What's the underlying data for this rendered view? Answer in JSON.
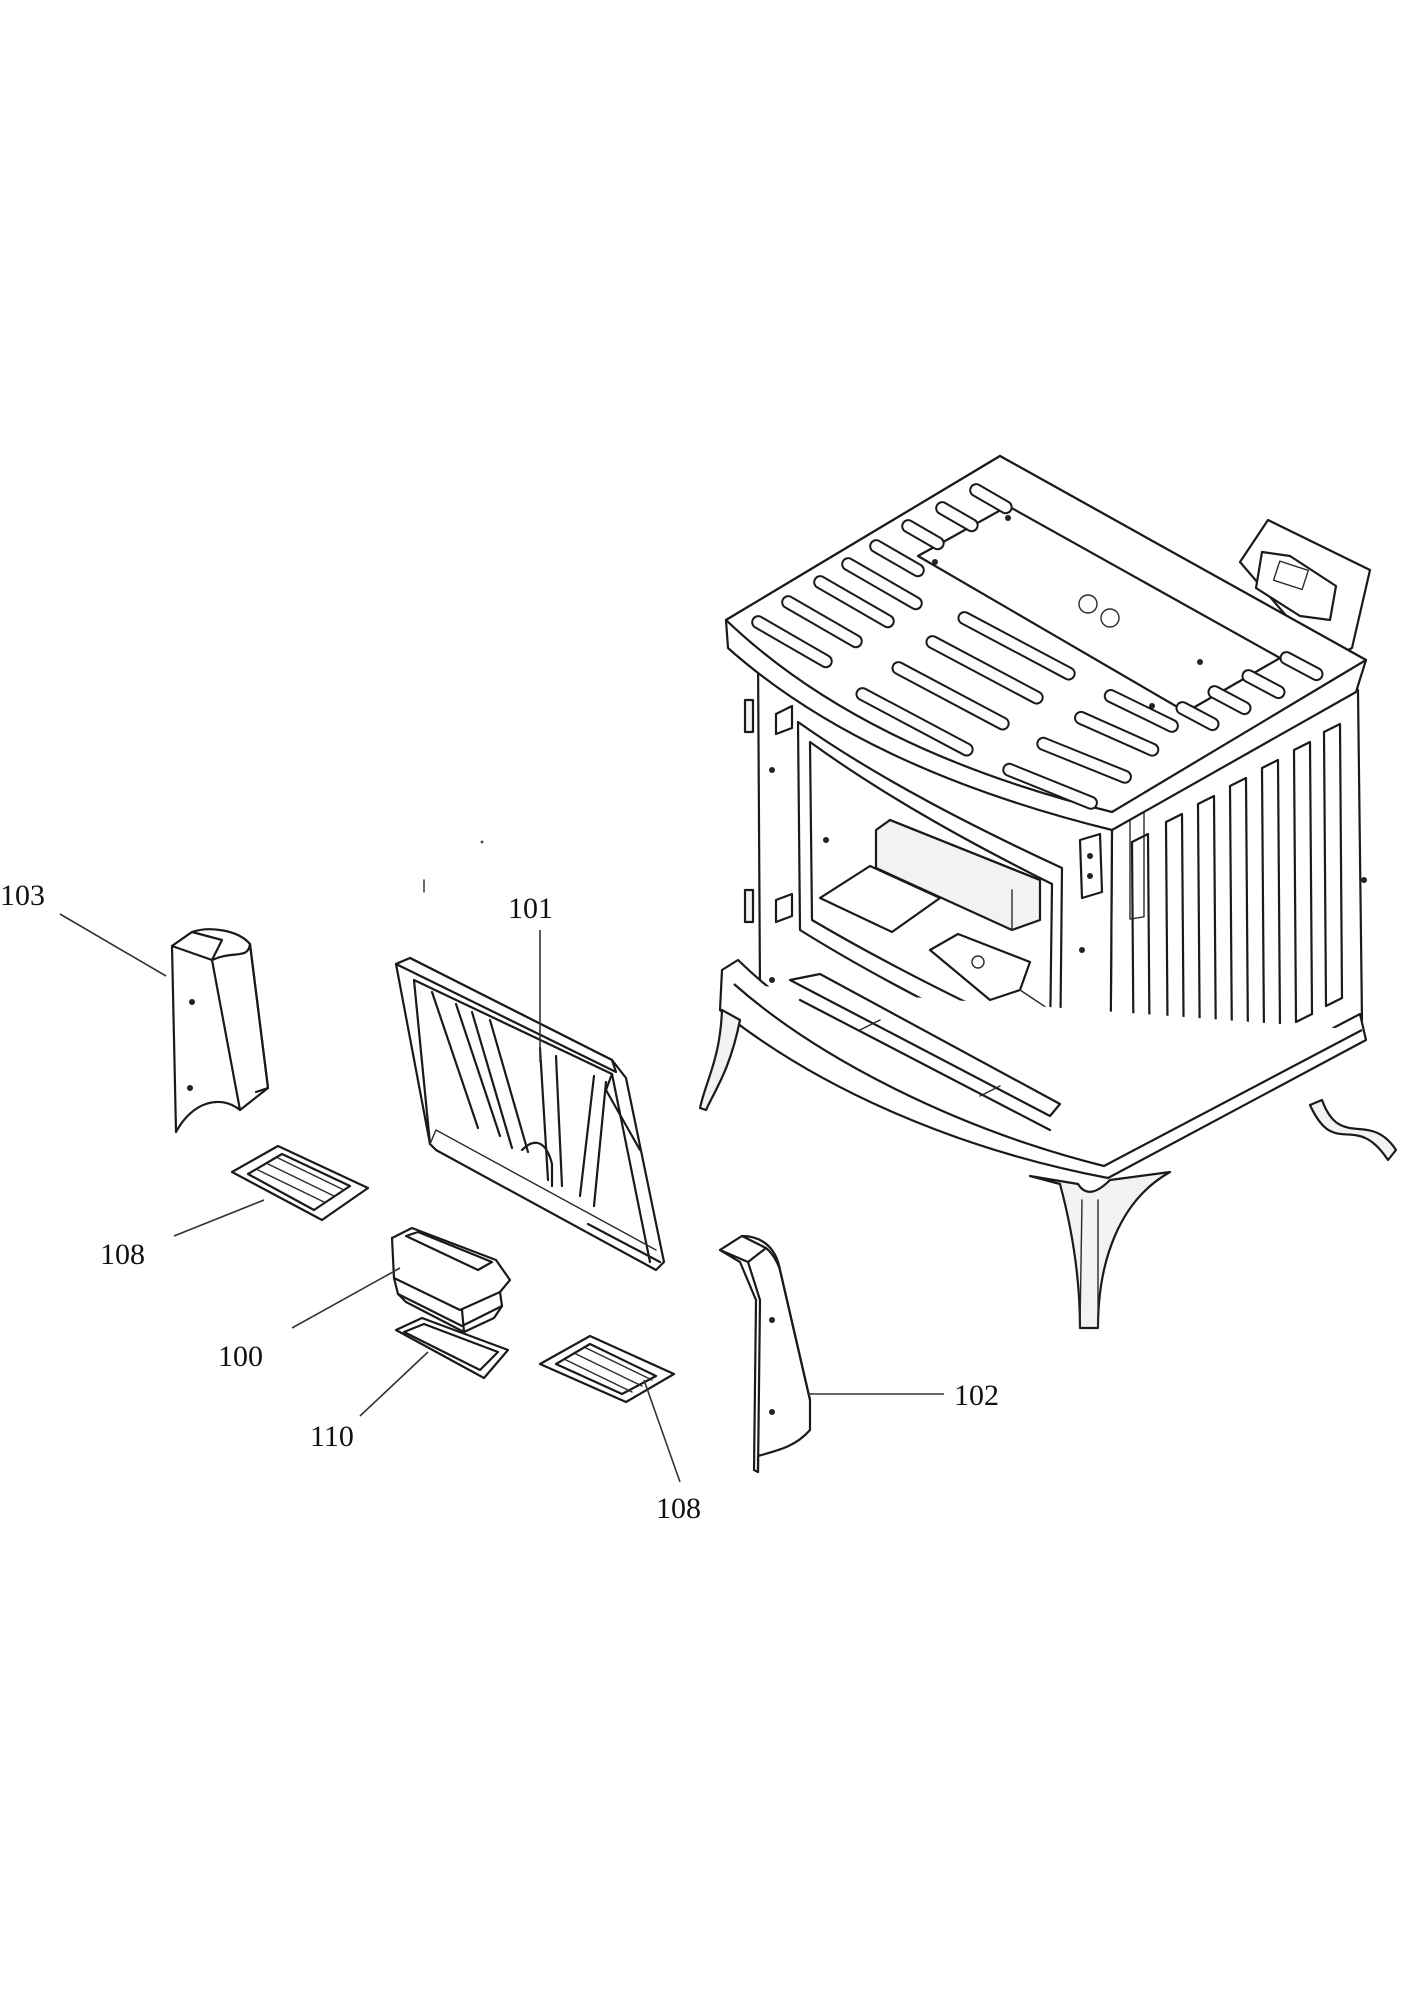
{
  "callouts": [
    {
      "id": "c103",
      "text": "103"
    },
    {
      "id": "c101",
      "text": "101"
    },
    {
      "id": "c108a",
      "text": "108"
    },
    {
      "id": "c100",
      "text": "100"
    },
    {
      "id": "c110",
      "text": "110"
    },
    {
      "id": "c108b",
      "text": "108"
    },
    {
      "id": "c102",
      "text": "102"
    }
  ]
}
